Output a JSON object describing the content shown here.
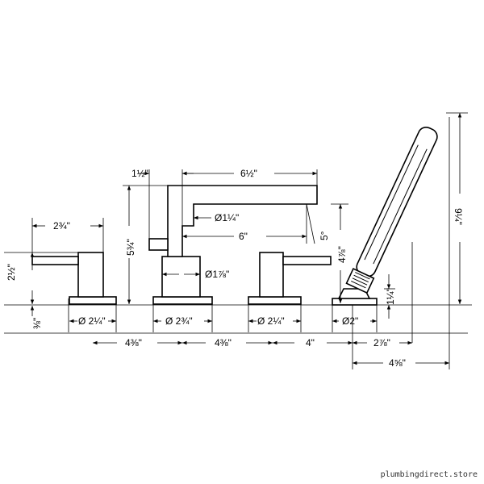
{
  "dimensions": {
    "handle_left_reach": "2¾\"",
    "handle_left_height": "2½\"",
    "base_offset": "⅜\"",
    "left_base_dia": "Ø 2¼\"",
    "spout_offset": "1½\"",
    "spout_reach": "6½\"",
    "spout_height": "5¾\"",
    "spout_dia": "Ø1¼\"",
    "spout_inner_reach": "6\"",
    "spout_angle": "5°",
    "spout_body_dia": "Ø1⅞\"",
    "spout_base_dia": "Ø 2¾\"",
    "right_handle_height": "4⅞\"",
    "right_base_dia": "Ø 2¼\"",
    "shower_base_dia": "Ø2\"",
    "shower_lift": "1¼\"",
    "shower_height": "9¼\"",
    "spacing_1": "4⅜\"",
    "spacing_2": "4⅜\"",
    "spacing_3": "4\"",
    "shower_offset": "2⅞\"",
    "shower_total": "4⅝\""
  },
  "watermark": "plumbingdirect.store"
}
